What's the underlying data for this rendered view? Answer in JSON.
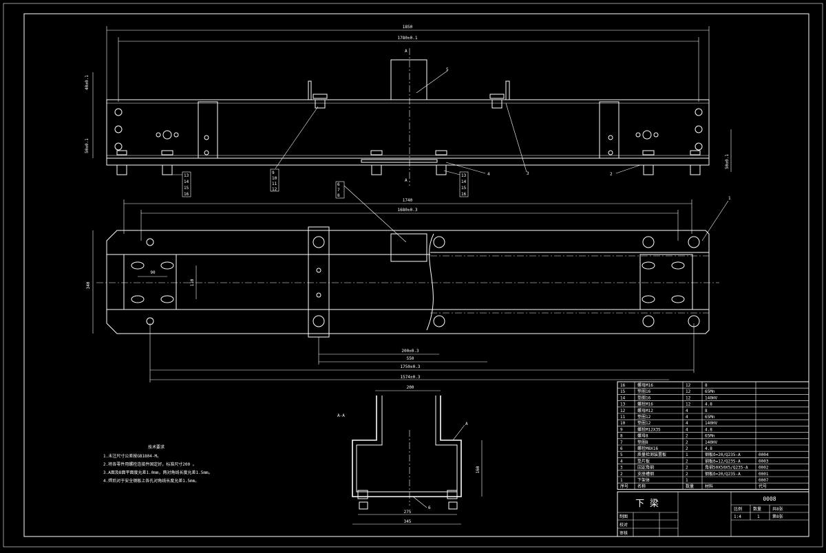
{
  "drawing": {
    "top_view": {
      "dims": {
        "overall_length": "1850",
        "hole_span": "1780±0.1",
        "left_v1": "40±0.1",
        "left_v2": "50±0.1",
        "right_v": "50±0.1"
      },
      "section_mark": "A",
      "callouts": {
        "c5": "5",
        "c3": "3",
        "c4": "4",
        "c2": "2",
        "left_stack": [
          "9",
          "10",
          "11",
          "12"
        ],
        "mid_stack": [
          "13",
          "14",
          "15",
          "16"
        ],
        "right_stack": [
          "13",
          "14",
          "15",
          "16"
        ]
      }
    },
    "plan_view": {
      "dims": {
        "length": "1740",
        "hole_span": "1680±0.3",
        "width": "340",
        "slot_h": "90",
        "slot_v": "110",
        "d200": "200±0.3",
        "d550": "550",
        "d1750": "1750±0.3",
        "d1574": "1574±0.3"
      },
      "callouts": {
        "c1": "1",
        "stack": [
          "6",
          "7",
          "8"
        ]
      }
    },
    "section_view": {
      "label": "A-A",
      "dims": {
        "top": "200",
        "height": "160",
        "inner": "275",
        "outer": "345"
      },
      "callouts": {
        "c6": "6",
        "cA": "A"
      }
    },
    "tech_notes": {
      "title": "技术要求",
      "lines": [
        "1.未注尺寸公差按GB1804-M。",
        "2.将各零件用螺栓连接件固定好，标准尺寸200 。",
        "3.A面及B面平面度允差1.0mm，两对角线长度允差1.5mm。",
        "4.焊后对于安全钢板上各孔对角线长度允差1.5mm。"
      ]
    },
    "bom": {
      "header": [
        "序号",
        "名称",
        "数量",
        "材料",
        "代号"
      ],
      "rows": [
        [
          "16",
          "螺母M16",
          "12",
          "8",
          ""
        ],
        [
          "15",
          "垫圈16",
          "12",
          "65Mn",
          ""
        ],
        [
          "14",
          "垫圈16",
          "12",
          "140HV",
          ""
        ],
        [
          "13",
          "螺栓M16",
          "12",
          "4.8",
          ""
        ],
        [
          "12",
          "螺母M12",
          "4",
          "8",
          ""
        ],
        [
          "11",
          "垫圈12",
          "4",
          "65Mn",
          ""
        ],
        [
          "10",
          "垫圈12",
          "4",
          "140HV",
          ""
        ],
        [
          "9",
          "螺栓M12X35",
          "4",
          "4.8",
          ""
        ],
        [
          "8",
          "螺母8",
          "2",
          "65Mn",
          ""
        ],
        [
          "7",
          "垫圈8",
          "2",
          "140HV",
          ""
        ],
        [
          "6",
          "螺栓M8X16",
          "2",
          "4.8",
          ""
        ],
        [
          "5",
          "质量检测装置板",
          "1",
          "钢板δ=20/Q235-A",
          "0004"
        ],
        [
          "4",
          "垫片板",
          "2",
          "钢板δ=12/Q235-A",
          "0003"
        ],
        [
          "3",
          "固定角钢",
          "2",
          "角钢50X50X5/Q235-A",
          "0002"
        ],
        [
          "2",
          "支座槽钢",
          "2",
          "钢板δ=20/Q235-A",
          "0001"
        ],
        [
          "1",
          "下架体",
          "1",
          "",
          "0007"
        ]
      ]
    },
    "title_block": {
      "name": "下 梁",
      "code": "0008",
      "scale_label": "比例",
      "qty_label": "数量",
      "sheet_label": "共8张",
      "scale": "1:4",
      "qty": "1",
      "sheet": "第8张",
      "drawn": "制图",
      "checked": "校对",
      "approved": "审核"
    }
  }
}
